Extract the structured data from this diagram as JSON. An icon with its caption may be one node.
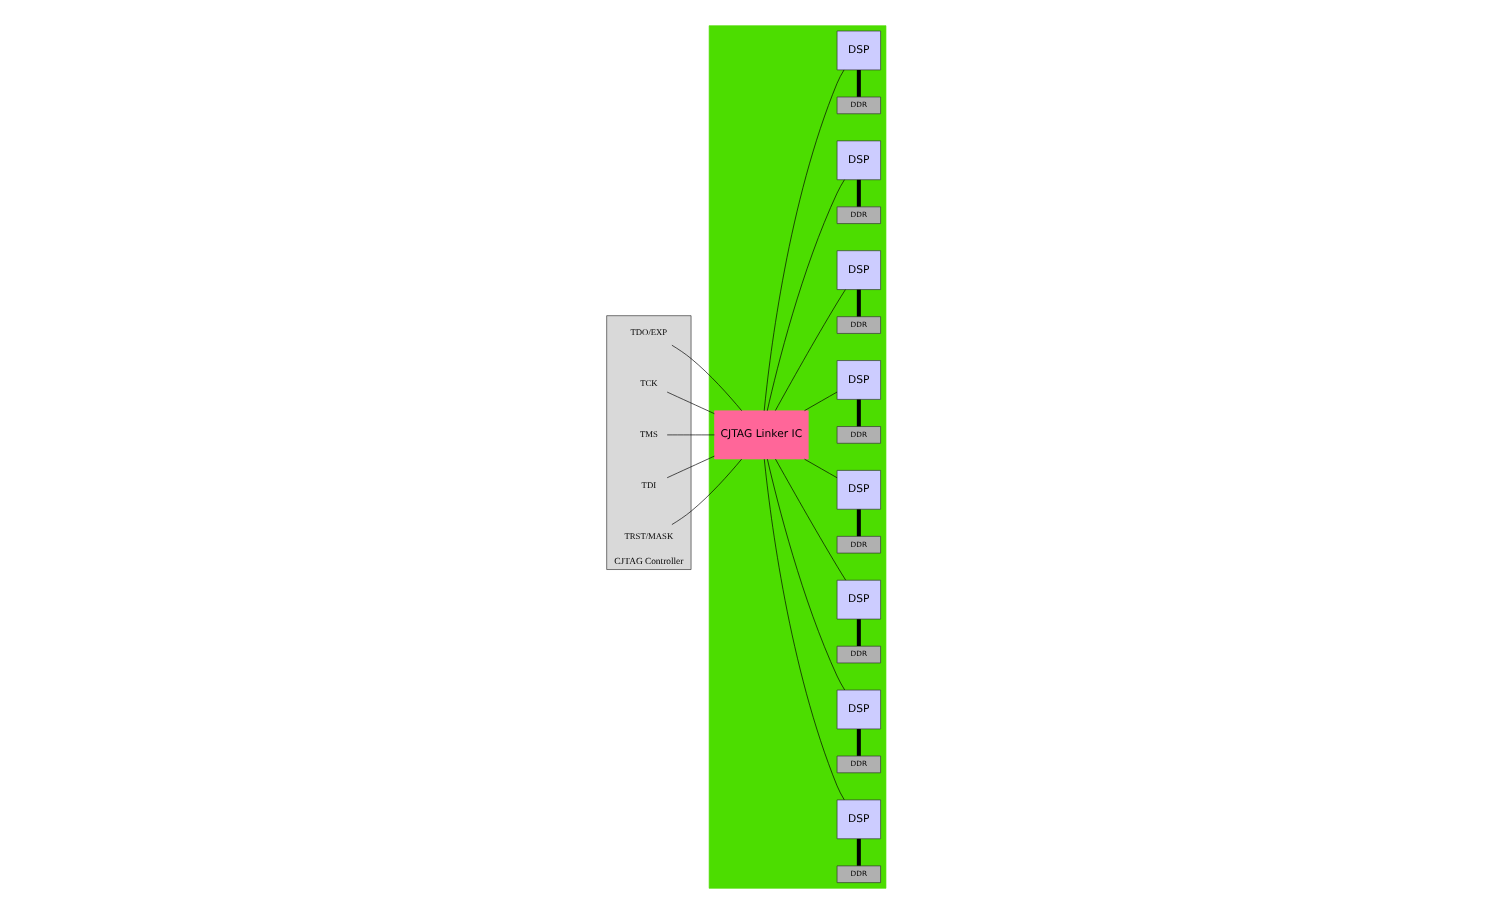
{
  "diagram": {
    "nodes": [
      {
        "text": [
          "CJTAG Controller"
        ]
      },
      {
        "text": [
          "TDO/EXP"
        ],
        "in": 0
      },
      {
        "text": [
          "TCK"
        ],
        "in": 0
      },
      {
        "text": [
          "TMS"
        ],
        "in": 0
      },
      {
        "text": [
          "TDI"
        ],
        "in": 0
      },
      {
        "text": [
          "TRST/MASK"
        ],
        "in": 0
      },
      {
        "text": [],
        "shape": "box"
      },
      {
        "text": [
          "CJTAG Linker IC"
        ],
        "in": 6
      },
      {
        "text": [
          "DDR"
        ],
        "in": 6
      },
      {
        "text": [
          "DSP"
        ],
        "in": 6
      },
      {
        "text": [
          "DDR"
        ],
        "in": 6
      },
      {
        "text": [
          "DSP"
        ],
        "in": 6
      },
      {
        "text": [
          "DDR"
        ],
        "in": 6
      },
      {
        "text": [
          "DSP"
        ],
        "in": 6
      },
      {
        "text": [
          "DDR"
        ],
        "in": 6
      },
      {
        "text": [
          "DSP"
        ],
        "in": 6
      },
      {
        "text": [
          "DDR"
        ],
        "in": 6
      },
      {
        "text": [
          "DSP"
        ],
        "in": 6
      },
      {
        "text": [
          "DDR"
        ],
        "in": 6
      },
      {
        "text": [
          "DSP"
        ],
        "in": 6
      },
      {
        "text": [
          "DDR"
        ],
        "in": 6
      },
      {
        "text": [
          "DSP"
        ],
        "in": 6
      },
      {
        "text": [
          "DDR"
        ],
        "in": 6
      },
      {
        "text": [
          "DSP"
        ],
        "in": 6
      }
    ],
    "edges": [
      {
        "from": 1,
        "to": 7,
        "arrow": "none"
      },
      {
        "from": 2,
        "to": 7,
        "arrow": "none"
      },
      {
        "from": 3,
        "to": 7,
        "arrow": "none"
      },
      {
        "from": 4,
        "to": 7,
        "arrow": "none"
      },
      {
        "from": 5,
        "to": 7,
        "arrow": "none"
      },
      {
        "from": 7,
        "to": 9,
        "arrow": "none"
      },
      {
        "from": 7,
        "to": 11,
        "arrow": "none"
      },
      {
        "from": 7,
        "to": 13,
        "arrow": "none"
      },
      {
        "from": 7,
        "to": 15,
        "arrow": "none"
      },
      {
        "from": 7,
        "to": 17,
        "arrow": "none"
      },
      {
        "from": 7,
        "to": 19,
        "arrow": "none"
      },
      {
        "from": 7,
        "to": 21,
        "arrow": "none"
      },
      {
        "from": 7,
        "to": 23,
        "arrow": "none"
      },
      {
        "from": 8,
        "to": 9,
        "arrow": "none",
        "style": "thick"
      },
      {
        "from": 10,
        "to": 11,
        "arrow": "none",
        "style": "thick"
      },
      {
        "from": 12,
        "to": 13,
        "arrow": "none",
        "style": "thick"
      },
      {
        "from": 14,
        "to": 15,
        "arrow": "none",
        "style": "thick"
      },
      {
        "from": 16,
        "to": 17,
        "arrow": "none",
        "style": "thick"
      },
      {
        "from": 18,
        "to": 19,
        "arrow": "none",
        "style": "thick"
      },
      {
        "from": 20,
        "to": 21,
        "arrow": "none",
        "style": "thick"
      },
      {
        "from": 22,
        "to": 23,
        "arrow": "none",
        "style": "thick"
      }
    ]
  }
}
